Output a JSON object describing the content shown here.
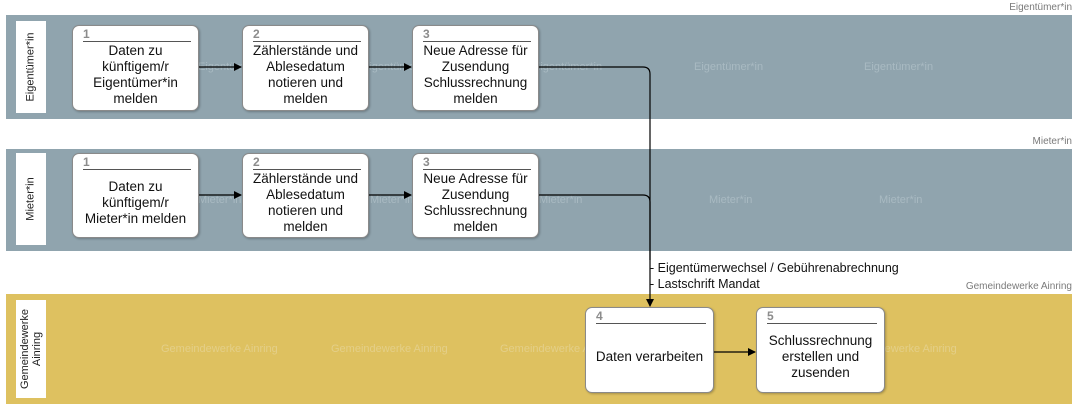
{
  "lanes": [
    {
      "id": "eigentuemer",
      "title": "Eigentümer*in",
      "label": "Eigentümer*in",
      "watermark": "Eigentümer*in",
      "color": "#90a4ae"
    },
    {
      "id": "mieter",
      "title": "Mieter*in",
      "label": "Mieter*in",
      "watermark": "Mieter*in",
      "color": "#90a4ae"
    },
    {
      "id": "gemeinde",
      "title": "Gemeindewerke Ainring",
      "label_line1": "Gemeindewerke",
      "label_line2": "Ainring",
      "watermark": "Gemeindewerke Ainring",
      "color": "#dec160"
    }
  ],
  "steps": {
    "e1": {
      "num": "1",
      "text": "Daten zu künftigem/r Eigentümer*in melden"
    },
    "e2": {
      "num": "2",
      "text": "Zählerstände und Ablesedatum notieren und melden"
    },
    "e3": {
      "num": "3",
      "text": "Neue Adresse für Zusendung Schlussrechnung melden"
    },
    "m1": {
      "num": "1",
      "text": "Daten zu künftigem/r Mieter*in melden"
    },
    "m2": {
      "num": "2",
      "text": "Zählerstände und Ablesedatum notieren und melden"
    },
    "m3": {
      "num": "3",
      "text": "Neue Adresse für Zusendung Schlussrechnung melden"
    },
    "g4": {
      "num": "4",
      "text": "Daten verarbeiten"
    },
    "g5": {
      "num": "5",
      "text": "Schlussrechnung erstellen und zusenden"
    }
  },
  "notes": {
    "line1": "- Eigentümerwechsel / Gebührenabrechnung",
    "line2": "- Lastschrift Mandat"
  }
}
